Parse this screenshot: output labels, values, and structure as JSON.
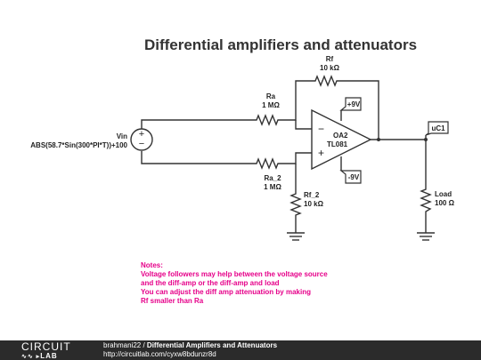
{
  "title": "Differential amplifiers and attenuators",
  "source": {
    "name": "Vin",
    "expr": "ABS(58.7*Sin(300*PI*T))+100",
    "plus_sign": "+",
    "minus_sign": "−"
  },
  "ra": {
    "name": "Ra",
    "value": "1 MΩ"
  },
  "rf": {
    "name": "Rf",
    "value": "10 kΩ"
  },
  "ra2": {
    "name": "Ra_2",
    "value": "1 MΩ"
  },
  "rf2": {
    "name": "Rf_2",
    "value": "10 kΩ"
  },
  "load": {
    "name": "Load",
    "value": "100 Ω"
  },
  "opamp": {
    "name": "OA2",
    "part": "TL081",
    "minus_sign": "−",
    "plus_sign": "+"
  },
  "supplies": {
    "pos": "+9V",
    "neg": "-9V"
  },
  "probe": "uC1",
  "notes": [
    "Notes:",
    "Voltage followers may help between the voltage source",
    "and the diff-amp or the diff-amp and load",
    "You can adjust the diff amp attenuation by making",
    "Rf smaller than Ra"
  ],
  "footer": {
    "logo_top": "CIRCUIT",
    "logo_bottom": "LAB",
    "author": "brahmani22",
    "separator": " / ",
    "circuit_title": "Differential Amplifiers and Attenuators",
    "url": "http://circuitlab.com/cyxw8bdunzr8d"
  },
  "colors": {
    "notes": "#e6008a",
    "footer": "#2b2b2b",
    "wire": "#333333"
  }
}
